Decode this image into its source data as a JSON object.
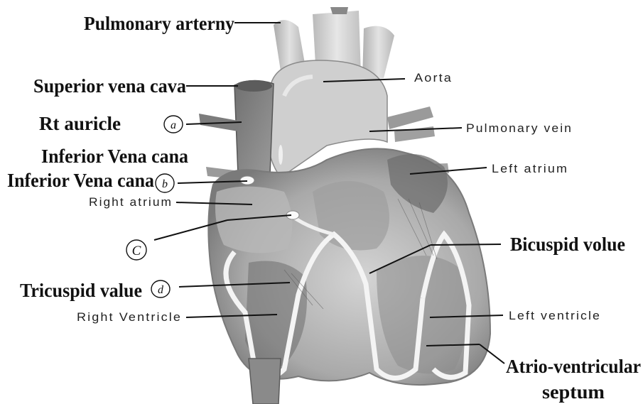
{
  "labels": {
    "pulmonary_arterny": "Pulmonary arterny",
    "superior_vena_cava": "Superior vena cava",
    "rt_auricle": "Rt auricle",
    "inferior_vena_cana_1": "Inferior Vena cana",
    "inferior_vena_cana_2": "Inferior Vena cana",
    "right_atrium": "Right atrium",
    "tricuspid_value": "Tricuspid value",
    "right_ventricle": "Right Ventricle",
    "aorta": "Aorta",
    "pulmonary_vein": "Pulmonary vein",
    "left_atrium": "Left atrium",
    "bicuspid_volue": "Bicuspid volue",
    "left_ventricle": "Left ventricle",
    "atrio_ventricular_1": "Atrio-ventricular",
    "atrio_ventricular_2": "septum"
  },
  "markers": {
    "a": "a",
    "b": "b",
    "c": "C",
    "d": "d"
  }
}
